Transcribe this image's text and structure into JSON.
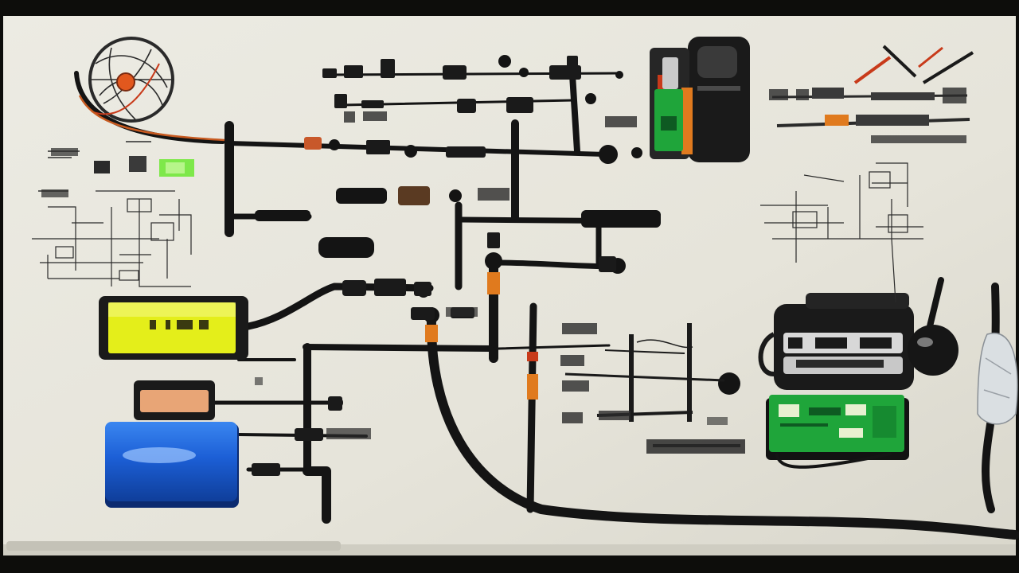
{
  "colors": {
    "frame": "#0d0d0b",
    "board": "#e8e6dc",
    "board_shadow": "#d4d2c6",
    "cable": "#141414",
    "ink": "#2a2a2a",
    "yellow_module": "#e4ee1a",
    "blue_module": "#1c5fd6",
    "green_pcb": "#1fa53a",
    "orange_band": "#e07a1e",
    "red_accent": "#c83a1a",
    "tan_module": "#e8a576"
  },
  "components": [
    {
      "name": "sensor-coil",
      "icon": "coil-icon"
    },
    {
      "name": "yellow-display-module",
      "icon": "lcd-icon"
    },
    {
      "name": "orange-pad-module",
      "icon": "module-icon"
    },
    {
      "name": "blue-battery",
      "icon": "battery-icon"
    },
    {
      "name": "controller-unit",
      "icon": "device-icon"
    },
    {
      "name": "control-box",
      "icon": "device-icon"
    },
    {
      "name": "green-circuit-board",
      "icon": "pcb-icon"
    },
    {
      "name": "plastic-wrapped-cable",
      "icon": "cable-icon"
    }
  ]
}
